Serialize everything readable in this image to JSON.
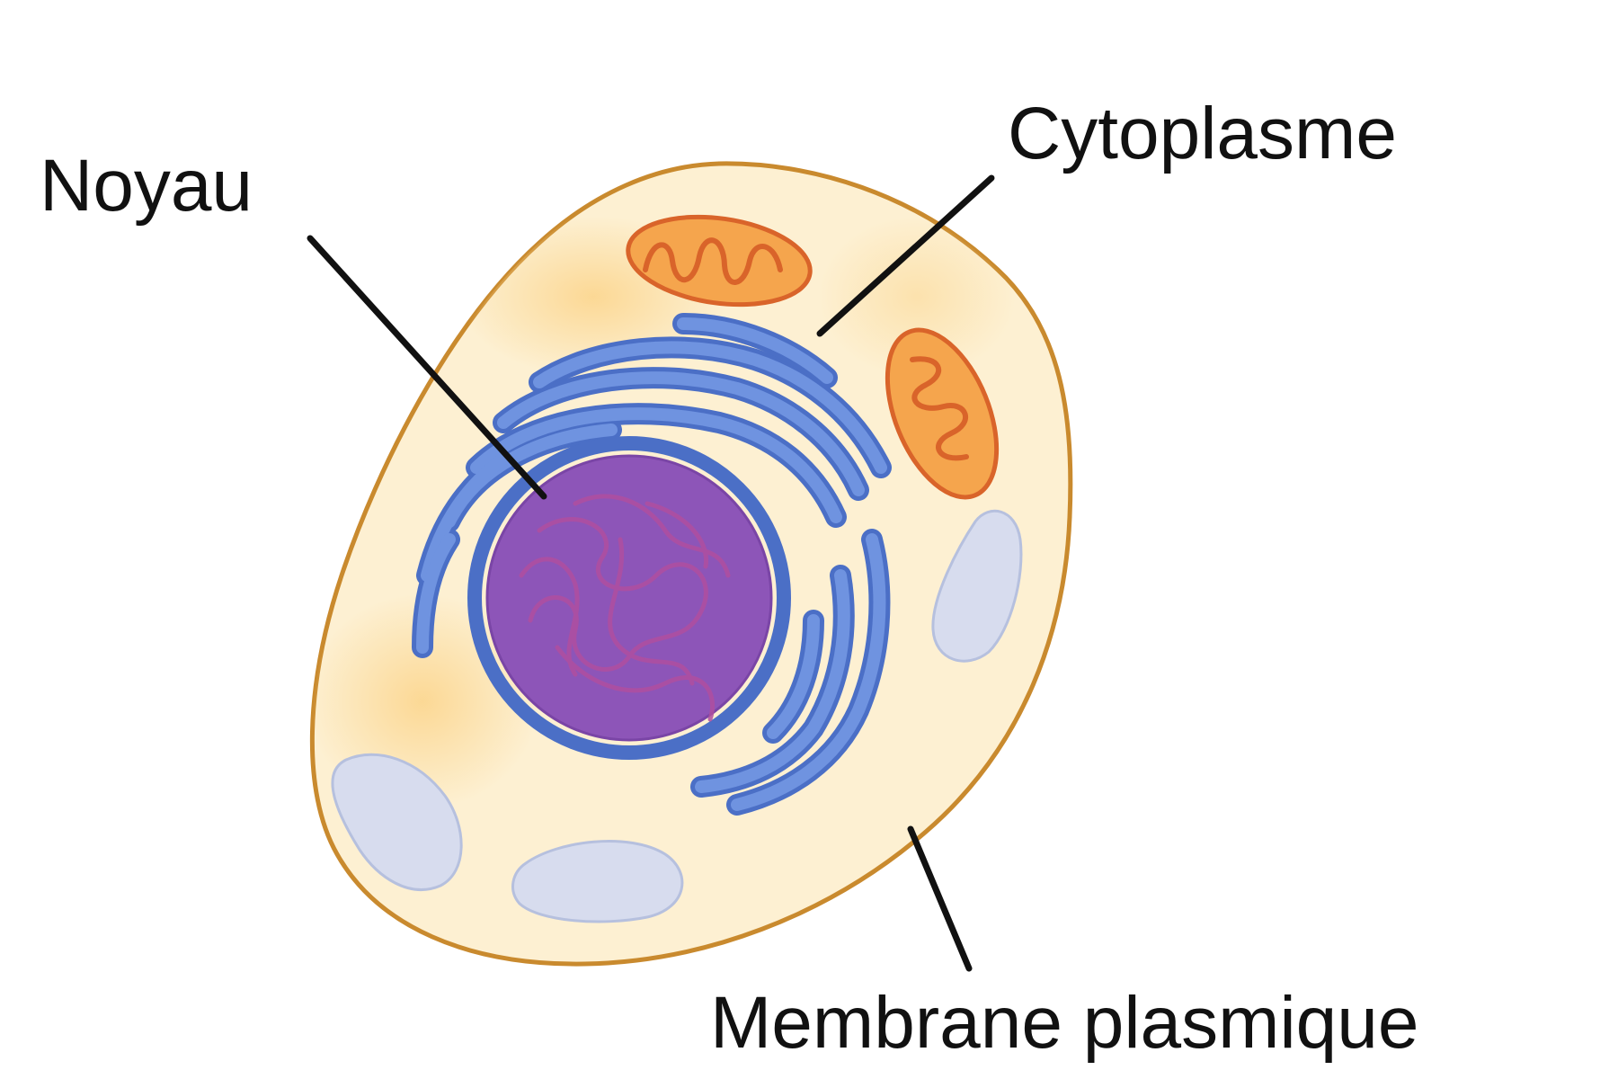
{
  "labels": {
    "nucleus": "Noyau",
    "cytoplasm": "Cytoplasme",
    "membrane": "Membrane plasmique"
  },
  "colors": {
    "cytoplasm_fill": "#fdf0d2",
    "cytoplasm_glow": "#fbd48a",
    "membrane_stroke": "#c98a2e",
    "er_fill": "#6f93e0",
    "er_stroke": "#4b6fc6",
    "nucleus_fill": "#8d55b8",
    "chromatin": "#b04fa0",
    "mitochondria_fill": "#f5a54d",
    "mitochondria_stroke": "#d9642a",
    "vacuole_fill": "#d7dcee",
    "leader_line": "#111111"
  }
}
